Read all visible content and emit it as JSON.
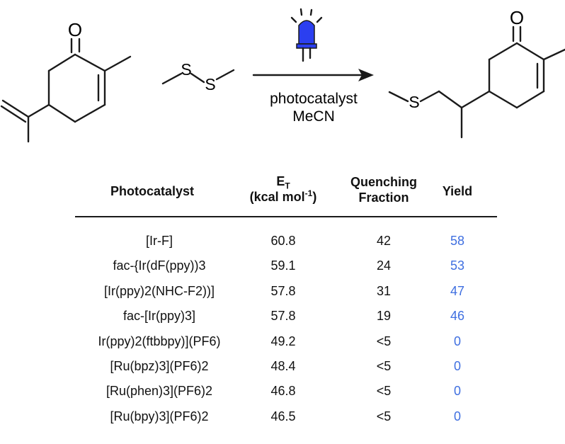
{
  "scheme": {
    "reactant_oxygen": "O",
    "reagent_sulfur_1": "S",
    "reagent_sulfur_2": "S",
    "conditions_line1": "photocatalyst",
    "conditions_line2": "MeCN",
    "product_oxygen": "O",
    "product_sulfur": "S",
    "led_color": "#2b3ff0"
  },
  "table": {
    "headers": {
      "catalyst": "Photocatalyst",
      "et_base": "E",
      "et_sub": "T",
      "et_unit_base": "(kcal mol",
      "et_unit_sup": "-1",
      "et_unit_end": ")",
      "quench_line1": "Quenching",
      "quench_line2": "Fraction",
      "yield": "Yield"
    },
    "yield_color": "#3f6fe0",
    "rows": [
      {
        "catalyst": "[Ir-F]",
        "et": "60.8",
        "quench": "42",
        "yield": "58"
      },
      {
        "catalyst": "fac-{Ir(dF(ppy))3",
        "et": "59.1",
        "quench": "24",
        "yield": "53"
      },
      {
        "catalyst": "[Ir(ppy)2(NHC-F2))]",
        "et": "57.8",
        "quench": "31",
        "yield": "47"
      },
      {
        "catalyst": "fac-[Ir(ppy)3]",
        "et": "57.8",
        "quench": "19",
        "yield": "46"
      },
      {
        "catalyst": "Ir(ppy)2(ftbbpy)](PF6)",
        "et": "49.2",
        "quench": "<5",
        "yield": "0"
      },
      {
        "catalyst": "[Ru(bpz)3](PF6)2",
        "et": "48.4",
        "quench": "<5",
        "yield": "0"
      },
      {
        "catalyst": "[Ru(phen)3](PF6)2",
        "et": "46.8",
        "quench": "<5",
        "yield": "0"
      },
      {
        "catalyst": "[Ru(bpy)3](PF6)2",
        "et": "46.5",
        "quench": "<5",
        "yield": "0"
      }
    ]
  }
}
